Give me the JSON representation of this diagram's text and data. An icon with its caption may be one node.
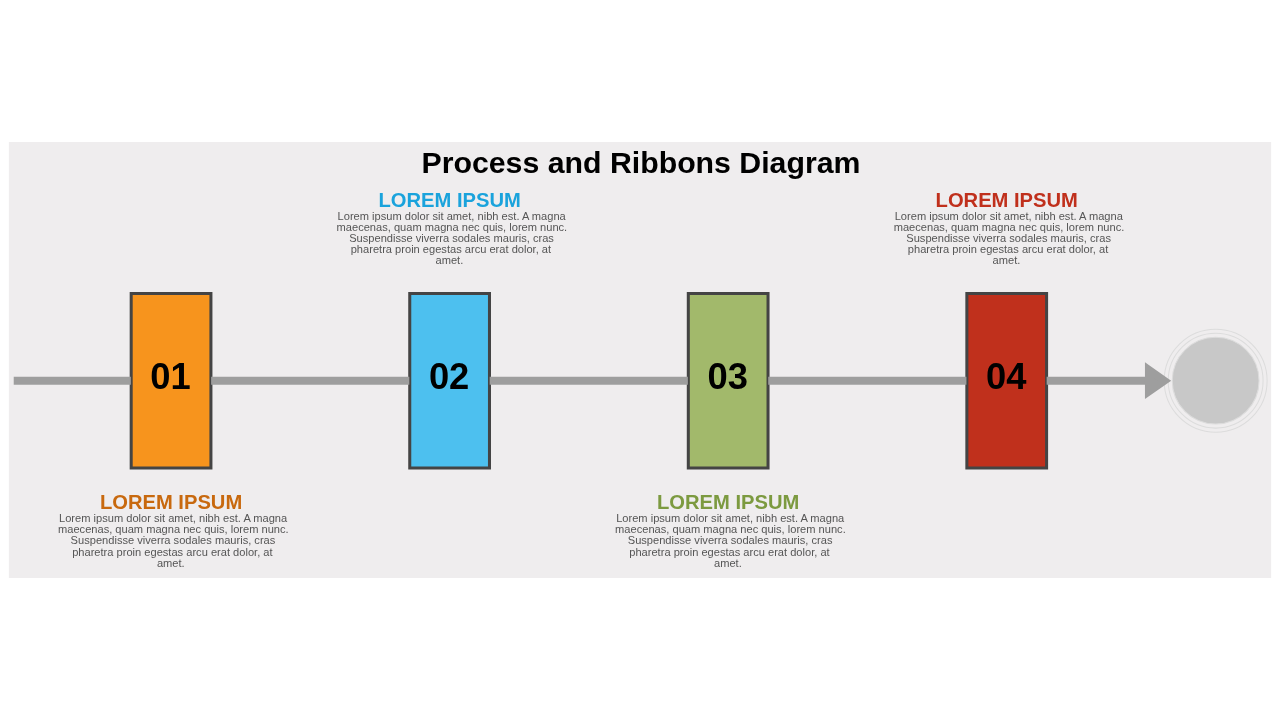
{
  "diagram": {
    "title": "Process and Ribbons Diagram",
    "nodes": [
      {
        "text": [
          "01"
        ],
        "beside": [
          "LOREM IPSUM",
          "Lorem ipsum dolor sit amet, nibh est. A magna maecenas, quam magna nec quis, lorem nunc. Suspendisse viverra sodales mauris, cras pharetra proin egestas arcu erat dolor, at amet."
        ]
      },
      {
        "text": [
          "02"
        ],
        "beside": [
          "LOREM IPSUM",
          "Lorem ipsum dolor sit amet, nibh est. A magna maecenas, quam magna nec quis, lorem nunc. Suspendisse viverra sodales mauris, cras pharetra proin egestas arcu erat dolor, at amet."
        ]
      },
      {
        "text": [
          "03"
        ],
        "beside": [
          "LOREM IPSUM",
          "Lorem ipsum dolor sit amet, nibh est. A magna maecenas, quam magna nec quis, lorem nunc. Suspendisse viverra sodales mauris, cras pharetra proin egestas arcu erat dolor, at amet."
        ]
      },
      {
        "text": [
          "04"
        ],
        "beside": [
          "LOREM IPSUM",
          "Lorem ipsum dolor sit amet, nibh est. A magna maecenas, quam magna nec quis, lorem nunc. Suspendisse viverra sodales mauris, cras pharetra proin egestas arcu erat dolor, at amet."
        ]
      },
      {
        "text": [],
        "shape": "circle"
      }
    ],
    "edges": [
      {
        "from": null,
        "to": 0,
        "arrow": "none"
      },
      {
        "from": 0,
        "to": 1,
        "arrow": "none"
      },
      {
        "from": 1,
        "to": 2,
        "arrow": "none"
      },
      {
        "from": 2,
        "to": 3,
        "arrow": "none"
      },
      {
        "from": 3,
        "to": 4,
        "arrow": "to"
      }
    ]
  }
}
